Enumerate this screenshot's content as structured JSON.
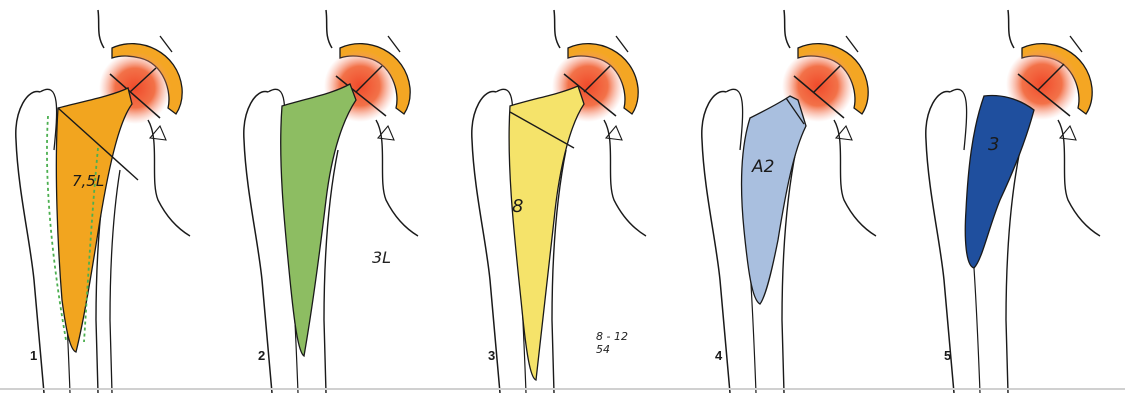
{
  "figure": {
    "panels": [
      {
        "number": "1",
        "stem_color": "#f2a51f",
        "stem_label": "7,5L",
        "note": ""
      },
      {
        "number": "2",
        "stem_color": "#8dbd62",
        "stem_label": "",
        "note": "3L"
      },
      {
        "number": "3",
        "stem_color": "#f5e36a",
        "stem_label": "8",
        "note": "8 - 12\n54"
      },
      {
        "number": "4",
        "stem_color": "#a9bfdf",
        "stem_label": "A2",
        "note": ""
      },
      {
        "number": "5",
        "stem_color": "#1f4f9e",
        "stem_label": "3",
        "note": ""
      }
    ],
    "colors": {
      "femoral_head_glow": "#f04a2a",
      "acetabulum_cup": "#f4a623",
      "bone_outline": "#1a1a1a",
      "dotted_cortex": "#4caf50"
    }
  }
}
